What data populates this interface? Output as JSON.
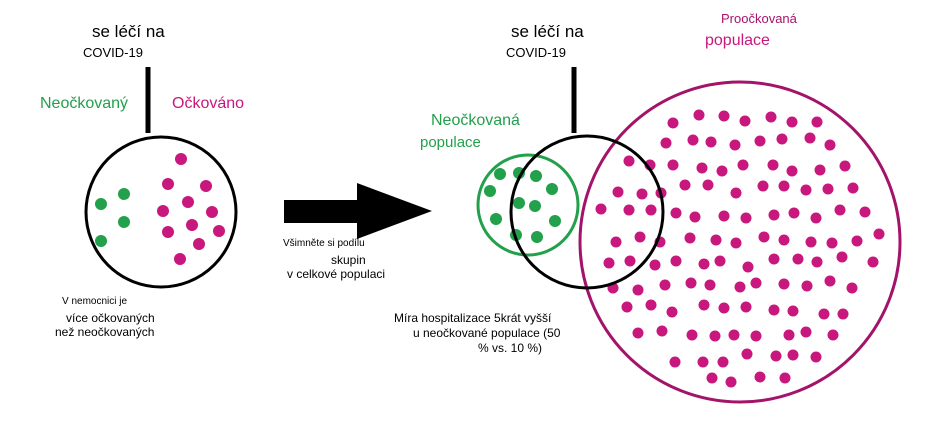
{
  "colors": {
    "green": "#22a04b",
    "pink": "#c8177d",
    "magenta_circle": "#a3136a",
    "black": "#000000"
  },
  "left_panel": {
    "header_line1": "se léčí na",
    "header_line2": "COVID-19",
    "label_unvaccinated": "Neočkovaný",
    "label_vaccinated": "Očkováno",
    "note_line1": "V nemocnici je",
    "note_line2": "více očkovaných",
    "note_line3": "než neočkovaných",
    "unvaccinated_dots": 4,
    "vaccinated_dots": 11
  },
  "arrow_caption": {
    "line1": "Všimněte si podílu",
    "line2": "skupin",
    "line3": "v celkové populaci"
  },
  "right_panel": {
    "header_line1": "se léčí na",
    "header_line2": "COVID-19",
    "label_unvaccinated_line1": "Neočkovaná",
    "label_unvaccinated_line2": "populace",
    "label_vaccinated_line1": "Proočkovaná",
    "label_vaccinated_line2": "populace",
    "note_line1": "Míra hospitalizace 5krát vyšší",
    "note_line2": "u neočkované populace (50",
    "note_line3": "% vs. 10 %)"
  }
}
